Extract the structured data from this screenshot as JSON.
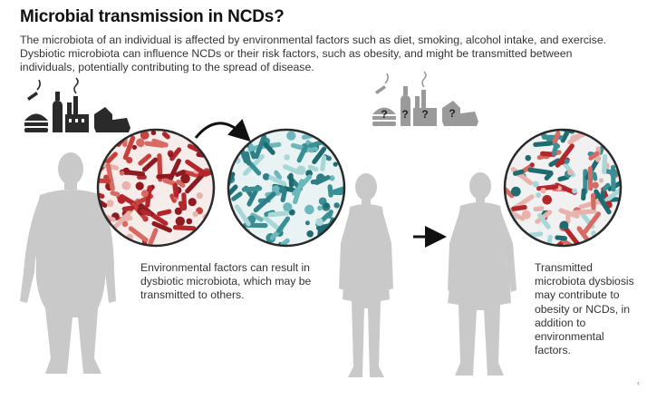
{
  "header": {
    "title": "Microbial transmission in NCDs?",
    "intro": "The microbiota of an individual is affected by environmental factors such as diet, smoking, alcohol intake, and exercise. Dysbiotic microbiota can influence NCDs or their risk factors, such as obesity, and might be transmitted between individuals, potentially contributing to the spread of disease."
  },
  "captions": {
    "left": "Environmental factors can result in dysbiotic microbiota, which may be transmitted to others.",
    "right": "Transmitted microbiota dysbiosis may contribute to obesity or NCDs, in addition to environmental factors."
  },
  "unknown_marks": [
    "?",
    "?",
    "?",
    "?"
  ],
  "corner_mark": "‹",
  "colors": {
    "dysbiotic": "#b3262c",
    "healthy": "#3a8f95",
    "figure": "#c9c9c9",
    "icon_dark": "#2a2a2a",
    "icon_grey": "#9a9a9a"
  }
}
